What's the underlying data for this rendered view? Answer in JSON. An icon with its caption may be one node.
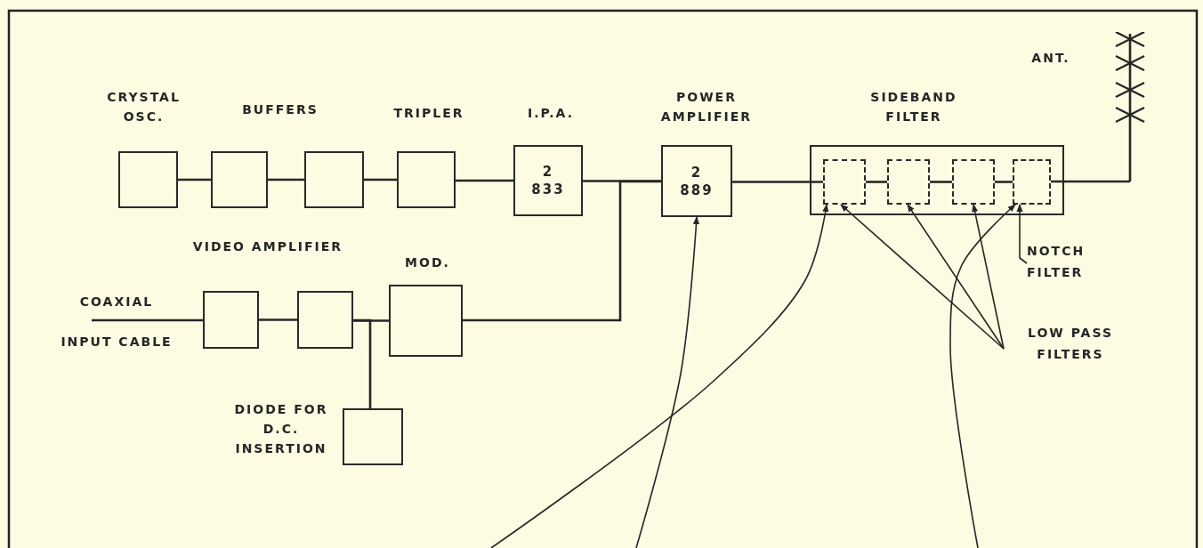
{
  "diagram": {
    "nodes": [
      {
        "text": [
          "CRYSTAL OSC."
        ]
      },
      {
        "text": [],
        "shape": "box"
      },
      {
        "text": [],
        "shape": "box"
      },
      {
        "text": [
          "TRIPLER"
        ]
      },
      {
        "text": [
          "I.P.A.",
          "2",
          "833"
        ]
      },
      {
        "text": [
          "POWER AMPLIFIER",
          "2",
          "889"
        ]
      },
      {
        "text": [
          "SIDEBAND FILTER"
        ]
      },
      {
        "text": [],
        "shape": "box",
        "in": 6
      },
      {
        "text": [],
        "shape": "box",
        "in": 6
      },
      {
        "text": [],
        "shape": "box",
        "in": 6
      },
      {
        "text": [],
        "shape": "box",
        "in": 6
      },
      {
        "text": [
          "ANT."
        ]
      },
      {
        "text": [],
        "shape": "box"
      },
      {
        "text": [],
        "shape": "box"
      },
      {
        "text": [
          "MOD."
        ]
      },
      {
        "text": [
          "DIODE FOR D.C. INSERTION"
        ]
      },
      {
        "text": [
          "COAXIAL INPUT CABLE"
        ]
      },
      {
        "text": [
          "NOTCH FILTER"
        ]
      },
      {
        "text": [
          "LOW PASS FILTERS"
        ]
      }
    ],
    "edges": [
      {
        "from": 0,
        "to": 1,
        "arrow": "none"
      },
      {
        "from": 1,
        "to": 2,
        "arrow": "none"
      },
      {
        "from": 2,
        "to": 3,
        "arrow": "none"
      },
      {
        "from": 3,
        "to": 4,
        "arrow": "none"
      },
      {
        "from": 4,
        "to": 5,
        "arrow": "none"
      },
      {
        "from": 14,
        "to": 5,
        "arrow": "none"
      },
      {
        "from": 5,
        "to": 7,
        "arrow": "none"
      },
      {
        "from": 7,
        "to": 8,
        "arrow": "none"
      },
      {
        "from": 8,
        "to": 9,
        "arrow": "none"
      },
      {
        "from": 9,
        "to": 10,
        "arrow": "none"
      },
      {
        "from": 10,
        "to": 11,
        "arrow": "none"
      },
      {
        "from": 16,
        "to": 12,
        "arrow": "none"
      },
      {
        "from": 12,
        "to": 13,
        "arrow": "none"
      },
      {
        "from": 13,
        "to": 14,
        "arrow": "none"
      },
      {
        "from": 13,
        "to": 15,
        "arrow": "none"
      },
      {
        "from": 17,
        "to": 10,
        "arrow": "to"
      },
      {
        "from": 18,
        "to": 7,
        "arrow": "to"
      },
      {
        "from": 18,
        "to": 8,
        "arrow": "to"
      },
      {
        "from": 18,
        "to": 9,
        "arrow": "to"
      },
      {
        "from": null,
        "to": 5,
        "arrow": "to"
      },
      {
        "from": null,
        "to": 7,
        "arrow": "to"
      },
      {
        "from": null,
        "to": 10,
        "arrow": "to"
      }
    ],
    "labels": [
      "BUFFERS",
      "VIDEO AMPLIFIER"
    ]
  }
}
